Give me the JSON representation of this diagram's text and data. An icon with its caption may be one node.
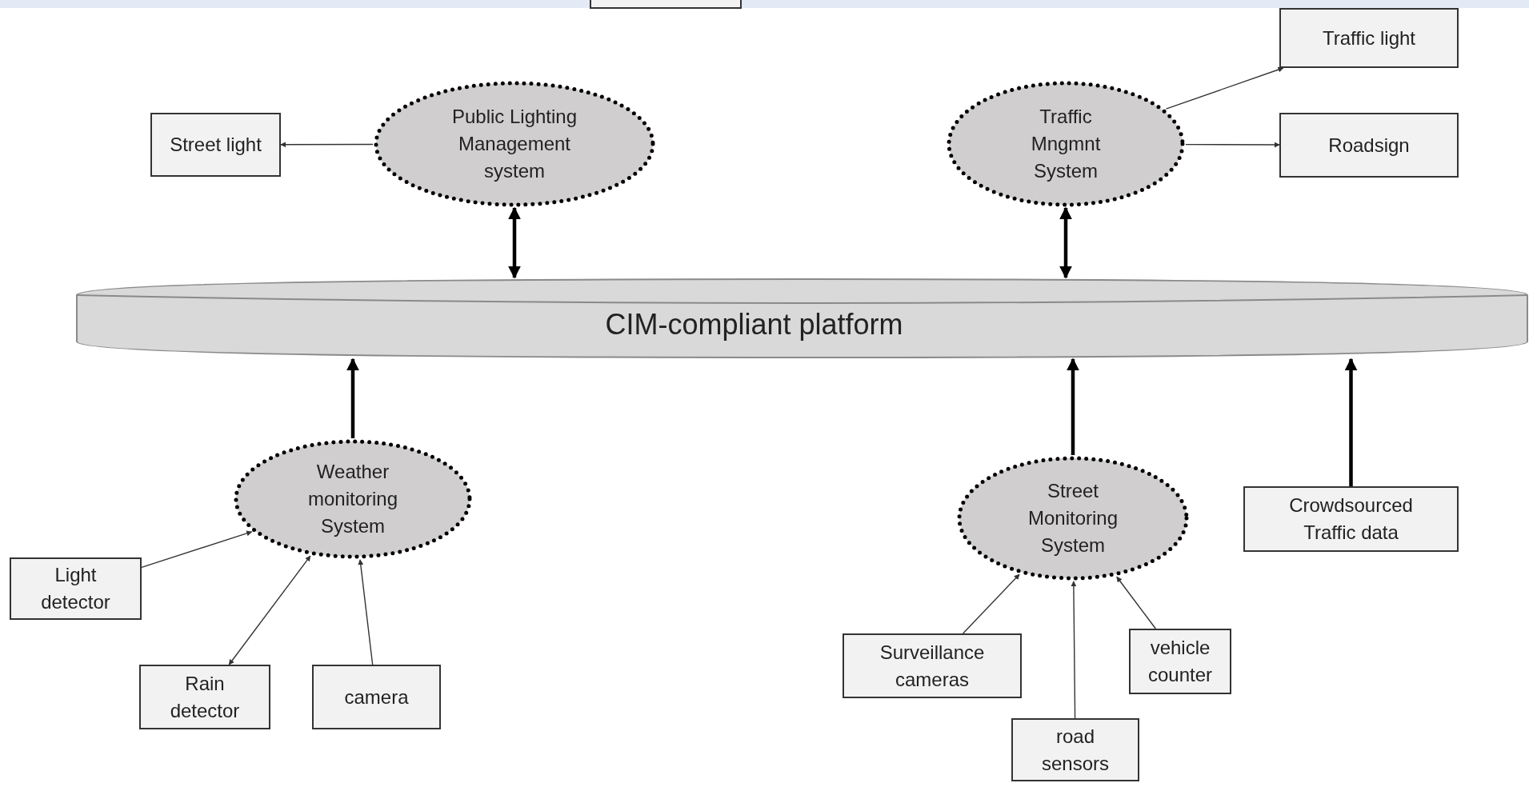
{
  "diagram": {
    "nodes": [
      {
        "text": [
          "Street light"
        ]
      },
      {
        "text": [
          "Public Lighting Management system"
        ]
      },
      {
        "text": [
          "Traffic light"
        ]
      },
      {
        "text": [
          "Traffic Mngmnt System"
        ]
      },
      {
        "text": [
          "Roadsign"
        ]
      },
      {
        "text": [
          "CIM-compliant platform"
        ]
      },
      {
        "text": [
          "Weather monitoring System"
        ]
      },
      {
        "text": [
          "Street Monitoring System"
        ]
      },
      {
        "text": [
          "Crowdsourced Traffic data"
        ]
      },
      {
        "text": [
          "Light detector"
        ]
      },
      {
        "text": [
          "Rain detector"
        ]
      },
      {
        "text": [
          "camera"
        ]
      },
      {
        "text": [
          "Surveillance cameras"
        ]
      },
      {
        "text": [
          "vehicle counter"
        ]
      },
      {
        "text": [
          "road sensors"
        ]
      }
    ],
    "edges": [
      {
        "from": 1,
        "to": 0,
        "arrow": "to"
      },
      {
        "from": 1,
        "to": 5,
        "arrow": "both",
        "style": "thick"
      },
      {
        "from": 3,
        "to": 5,
        "arrow": "both",
        "style": "thick"
      },
      {
        "from": 3,
        "to": 2,
        "arrow": "to"
      },
      {
        "from": 3,
        "to": 4,
        "arrow": "to"
      },
      {
        "from": 6,
        "to": 5,
        "arrow": "to",
        "style": "thick"
      },
      {
        "from": 7,
        "to": 5,
        "arrow": "to",
        "style": "thick"
      },
      {
        "from": 8,
        "to": 5,
        "arrow": "to",
        "style": "thick"
      },
      {
        "from": 9,
        "to": 6,
        "arrow": "to"
      },
      {
        "from": 10,
        "to": 6,
        "arrow": "both"
      },
      {
        "from": 11,
        "to": 6,
        "arrow": "to"
      },
      {
        "from": 12,
        "to": 7,
        "arrow": "to"
      },
      {
        "from": 14,
        "to": 7,
        "arrow": "to"
      },
      {
        "from": 13,
        "to": 7,
        "arrow": "to"
      }
    ]
  }
}
